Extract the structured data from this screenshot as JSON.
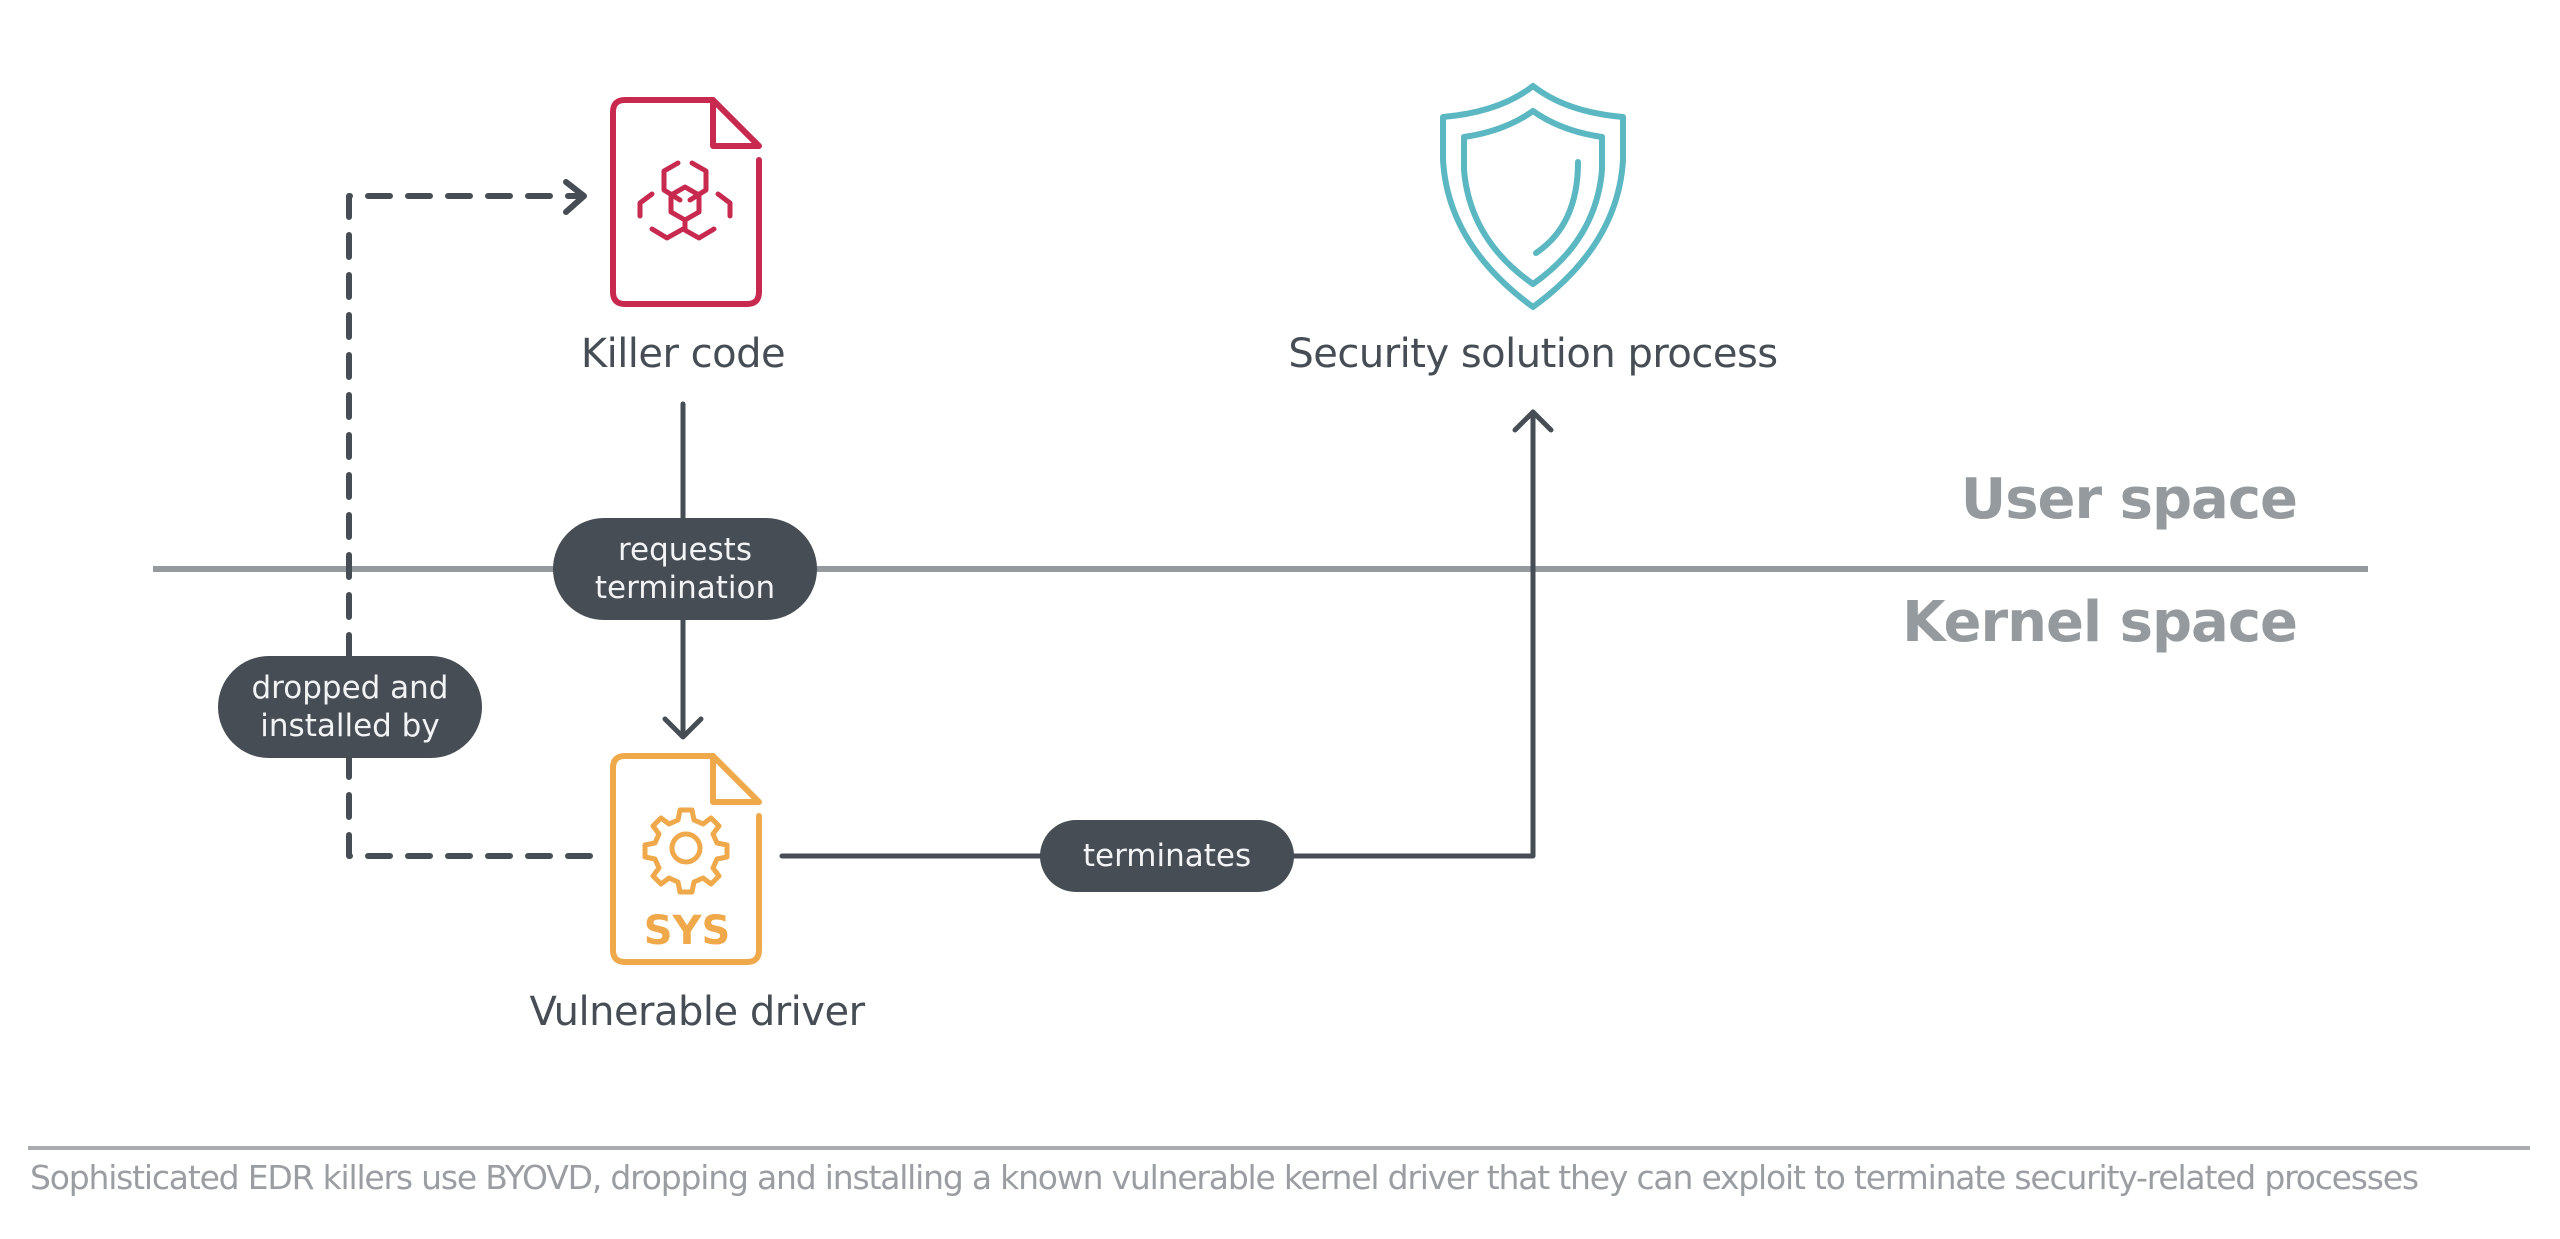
{
  "colors": {
    "ink": "#464d55",
    "divider": "#959a9e",
    "killer_code_accent": "#c8294f",
    "driver_accent": "#efa94a",
    "security_accent": "#5bb8c2",
    "caption": "#9a9ea2"
  },
  "nodes": {
    "killer_code": {
      "label": "Killer code",
      "icon": "biohazard-file-icon"
    },
    "security_process": {
      "label": "Security solution process",
      "icon": "shield-icon"
    },
    "vulnerable_driver": {
      "label": "Vulnerable driver",
      "icon": "sys-driver-file-icon",
      "icon_text": "SYS"
    }
  },
  "zones": {
    "user": "User space",
    "kernel": "Kernel space"
  },
  "edges": {
    "requests_termination": {
      "label": "requests\ntermination",
      "from": "Killer code",
      "to": "Vulnerable driver",
      "style": "solid"
    },
    "dropped_installed": {
      "label": "dropped and\ninstalled by",
      "from": "Vulnerable driver",
      "to": "Killer code",
      "style": "dashed"
    },
    "terminates": {
      "label": "terminates",
      "from": "Vulnerable driver",
      "to": "Security solution process",
      "style": "solid"
    }
  },
  "caption": "Sophisticated EDR killers use BYOVD, dropping and installing a known vulnerable kernel driver that they can exploit to terminate security-related processes"
}
